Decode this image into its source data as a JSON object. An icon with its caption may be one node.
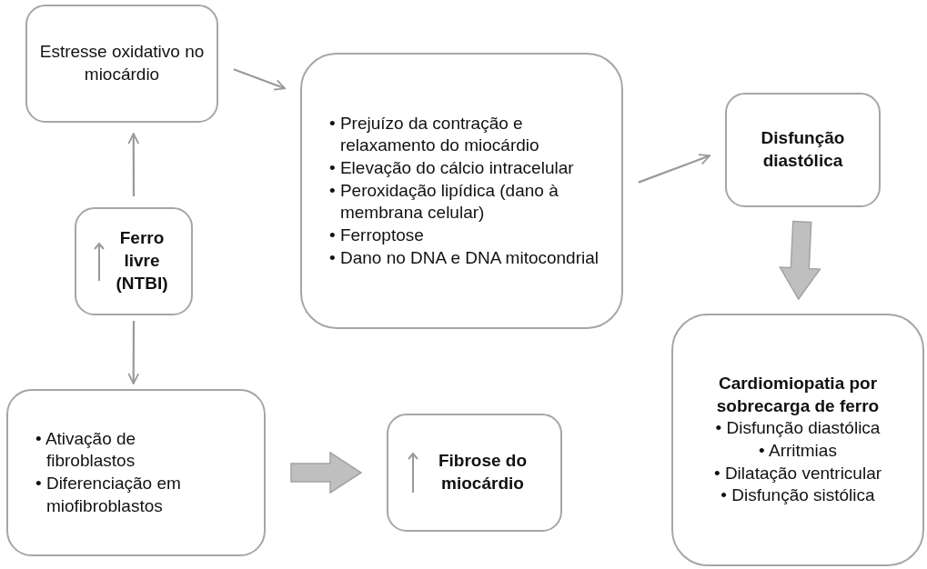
{
  "diagram": {
    "nodes": [
      {
        "text": [
          "Estresse oxidativo no miocárdio"
        ]
      },
      {
        "text": [
          "Ferro livre (NTBI)"
        ]
      },
      {
        "text": [
          "• Prejuízo da contração e relaxamento do miocárdio",
          "• Elevação do cálcio intracelular",
          "• Peroxidação lipídica (dano à membrana celular)",
          "• Ferroptose",
          "• Dano no DNA e DNA mitocondrial"
        ]
      },
      {
        "text": [
          "Disfunção diastólica"
        ]
      },
      {
        "text": [
          "Cardiomiopatia por sobrecarga de ferro",
          "• Disfunção diastólica",
          "• Arritmias",
          "• Dilatação ventricular",
          "• Disfunção sistólica"
        ]
      },
      {
        "text": [
          "• Ativação de fibroblastos",
          "• Diferenciação em miofibroblastos"
        ]
      },
      {
        "text": [
          "Fibrose do miocárdio"
        ]
      }
    ],
    "edges": [
      {
        "from": 1,
        "to": 0,
        "arrow": "to"
      },
      {
        "from": 1,
        "to": 5,
        "arrow": "to"
      },
      {
        "from": 0,
        "to": 2,
        "arrow": "to"
      },
      {
        "from": 2,
        "to": 3,
        "arrow": "to"
      },
      {
        "from": 3,
        "to": 4,
        "arrow": "to",
        "style": "thick"
      },
      {
        "from": 5,
        "to": 6,
        "arrow": "to",
        "style": "thick"
      }
    ]
  }
}
